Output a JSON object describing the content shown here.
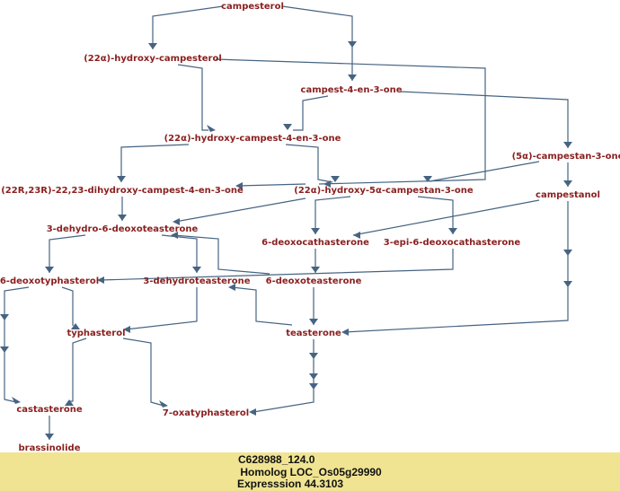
{
  "diagram": {
    "title": "Brassinosteroid biosynthesis pathway",
    "colors": {
      "node_text": "#8b2020",
      "edge": "#466482",
      "panel_bg": "#f0e492"
    },
    "nodes": [
      {
        "id": "campesterol",
        "label": "campesterol"
      },
      {
        "id": "hydroxy_campesterol",
        "label": "(22α)-hydroxy-campesterol"
      },
      {
        "id": "campest_4_en_3_one",
        "label": "campest-4-en-3-one"
      },
      {
        "id": "hydroxy_campest_4_en_3_one",
        "label": "(22α)-hydroxy-campest-4-en-3-one"
      },
      {
        "id": "campestan_3_one",
        "label": "(5α)-campestan-3-one"
      },
      {
        "id": "dihydroxy_campest",
        "label": "(22R,23R)-22,23-dihydroxy-campest-4-en-3-one"
      },
      {
        "id": "hydroxy_5a_campestan",
        "label": "(22α)-hydroxy-5α-campestan-3-one"
      },
      {
        "id": "campestanol",
        "label": "campestanol"
      },
      {
        "id": "dehydro_deoxoteasterone",
        "label": "3-dehydro-6-deoxoteasterone"
      },
      {
        "id": "deoxocathasterone",
        "label": "6-deoxocathasterone"
      },
      {
        "id": "epi_deoxocathasterone",
        "label": "3-epi-6-deoxocathasterone"
      },
      {
        "id": "deoxotyphasterol",
        "label": "6-deoxotyphasterol"
      },
      {
        "id": "dehydroteasterone",
        "label": "3-dehydroteasterone"
      },
      {
        "id": "deoxoteasterone",
        "label": "6-deoxoteasterone"
      },
      {
        "id": "typhasterol",
        "label": "typhasterol"
      },
      {
        "id": "teasterone",
        "label": "teasterone"
      },
      {
        "id": "castasterone",
        "label": "castasterone"
      },
      {
        "id": "oxatyphasterol",
        "label": "7-oxatyphasterol"
      },
      {
        "id": "brassinolide",
        "label": "brassinolide"
      }
    ],
    "edges": [
      {
        "from": "campesterol",
        "to": "hydroxy_campesterol"
      },
      {
        "from": "campesterol",
        "to": "campest_4_en_3_one"
      },
      {
        "from": "hydroxy_campesterol",
        "to": "hydroxy_campest_4_en_3_one"
      },
      {
        "from": "hydroxy_campesterol",
        "to": "hydroxy_5a_campestan"
      },
      {
        "from": "campest_4_en_3_one",
        "to": "hydroxy_campest_4_en_3_one"
      },
      {
        "from": "campest_4_en_3_one",
        "to": "campestan_3_one"
      },
      {
        "from": "hydroxy_campest_4_en_3_one",
        "to": "dihydroxy_campest"
      },
      {
        "from": "hydroxy_campest_4_en_3_one",
        "to": "hydroxy_5a_campestan"
      },
      {
        "from": "campestan_3_one",
        "to": "hydroxy_5a_campestan"
      },
      {
        "from": "campestan_3_one",
        "to": "campestanol"
      },
      {
        "from": "hydroxy_5a_campestan",
        "to": "dihydroxy_campest"
      },
      {
        "from": "hydroxy_5a_campestan",
        "to": "dehydro_deoxoteasterone"
      },
      {
        "from": "hydroxy_5a_campestan",
        "to": "deoxocathasterone"
      },
      {
        "from": "hydroxy_5a_campestan",
        "to": "epi_deoxocathasterone"
      },
      {
        "from": "dihydroxy_campest",
        "to": "dehydro_deoxoteasterone"
      },
      {
        "from": "campestanol",
        "to": "deoxocathasterone"
      },
      {
        "from": "campestanol",
        "to": "teasterone"
      },
      {
        "from": "dehydro_deoxoteasterone",
        "to": "deoxotyphasterol"
      },
      {
        "from": "dehydro_deoxoteasterone",
        "to": "dehydroteasterone"
      },
      {
        "from": "deoxocathasterone",
        "to": "deoxoteasterone"
      },
      {
        "from": "epi_deoxocathasterone",
        "to": "deoxotyphasterol"
      },
      {
        "from": "deoxoteasterone",
        "to": "dehydro_deoxoteasterone"
      },
      {
        "from": "deoxoteasterone",
        "to": "teasterone"
      },
      {
        "from": "deoxotyphasterol",
        "to": "typhasterol"
      },
      {
        "from": "deoxotyphasterol",
        "to": "castasterone"
      },
      {
        "from": "dehydroteasterone",
        "to": "typhasterol"
      },
      {
        "from": "teasterone",
        "to": "dehydroteasterone"
      },
      {
        "from": "teasterone",
        "to": "oxatyphasterol"
      },
      {
        "from": "typhasterol",
        "to": "castasterone"
      },
      {
        "from": "typhasterol",
        "to": "oxatyphasterol"
      },
      {
        "from": "castasterone",
        "to": "brassinolide"
      }
    ]
  },
  "info_panel": {
    "gene_id": "C628988_124.0",
    "homolog": " Homolog LOC_Os05g29990",
    "expression": "Expresssion 44.3103"
  }
}
